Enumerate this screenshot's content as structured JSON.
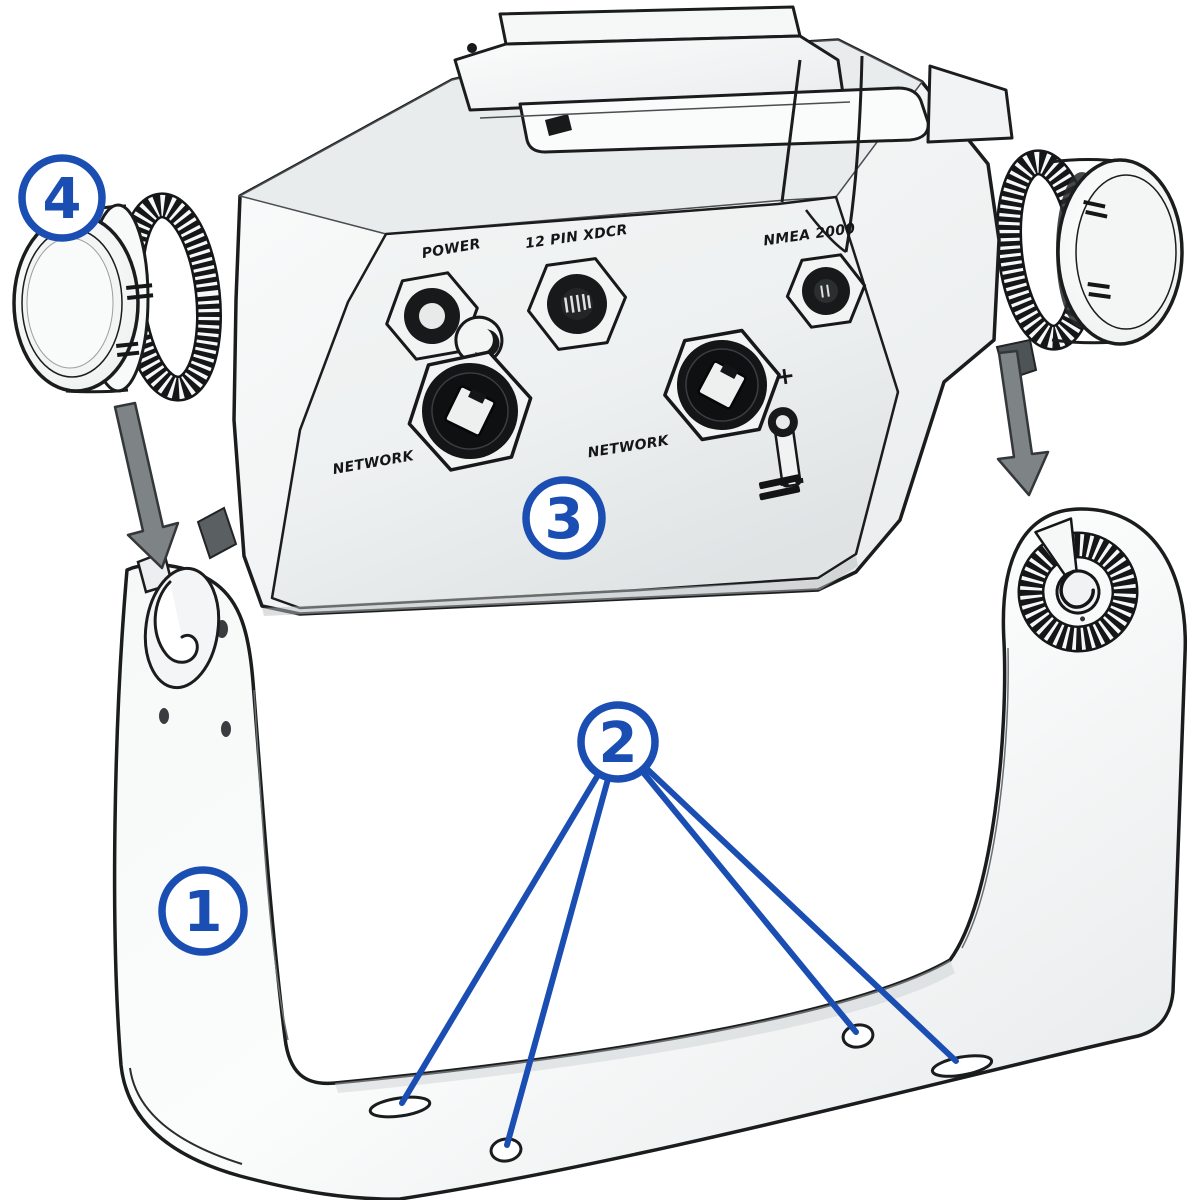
{
  "diagram": {
    "type": "device-bracket-installation-diagram",
    "device": {
      "port_labels": {
        "power": "POWER",
        "xdcr_12pin": "12 PIN XDCR",
        "nmea_2000": "NMEA 2000",
        "network_left": "NETWORK",
        "network_right": "NETWORK"
      },
      "ground_plus_symbol": "+"
    },
    "callouts": [
      {
        "number": "1"
      },
      {
        "number": "2"
      },
      {
        "number": "3"
      },
      {
        "number": "4"
      }
    ],
    "colors": {
      "callout_blue": "#1b4eb2",
      "line_ink": "#1a1c1d",
      "arrow_gray": "#7e8386",
      "background": "#ffffff"
    }
  }
}
